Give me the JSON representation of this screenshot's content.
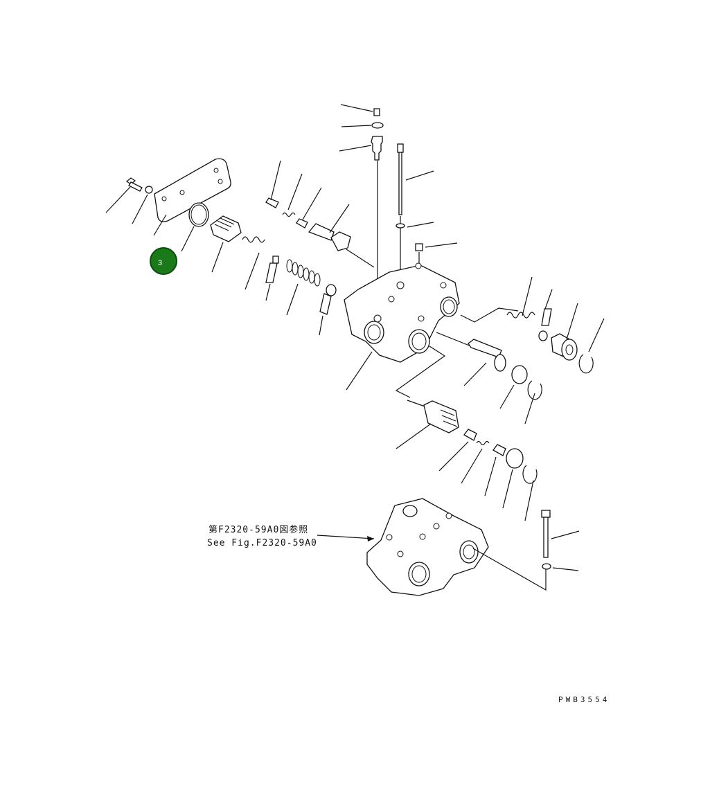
{
  "reference": {
    "line1": "第F2320-59A0図参照",
    "line2": "See Fig.F2320-59A0"
  },
  "drawing_code": "PWB3554",
  "callout": {
    "number": "3",
    "color": "#1a7a1a"
  }
}
